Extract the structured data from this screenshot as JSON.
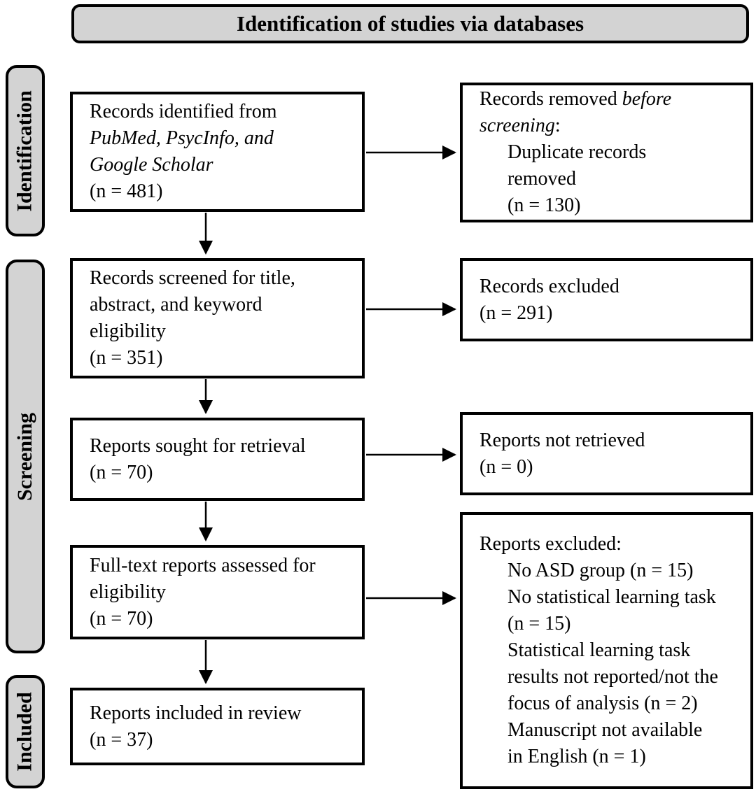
{
  "header": {
    "title": "Identification of studies via databases"
  },
  "sidebar": {
    "identification": "Identification",
    "screening": "Screening",
    "included": "Included"
  },
  "colors": {
    "label_fill": "#d3d3d3",
    "border": "#000000",
    "box_fill": "#ffffff",
    "text": "#000000"
  },
  "boxes": {
    "records_identified": {
      "lines": [
        "Records identified from",
        "PubMed, PsycInfo, and",
        "Google Scholar",
        "(n = 481)"
      ]
    },
    "records_removed": {
      "l1_normal": "Records removed ",
      "l1_italic": "before",
      "l2_italic": "screening",
      "l2_normal": ":",
      "items": [
        "Duplicate records",
        "removed",
        "(n = 130)"
      ]
    },
    "records_screened": {
      "lines": [
        "Records screened for title,",
        "abstract, and keyword",
        "eligibility",
        "(n = 351)"
      ]
    },
    "records_excluded": {
      "lines": [
        "Records excluded",
        "(n = 291)"
      ]
    },
    "reports_sought": {
      "lines": [
        "Reports sought for retrieval",
        "(n = 70)"
      ]
    },
    "reports_not_retrieved": {
      "lines": [
        "Reports not retrieved",
        "(n = 0)"
      ]
    },
    "fulltext_assessed": {
      "lines": [
        "Full-text reports assessed for",
        "eligibility",
        "(n = 70)"
      ]
    },
    "reports_excluded": {
      "title": "Reports excluded:",
      "items": [
        "No ASD group (n = 15)",
        "No statistical learning task",
        "(n = 15)",
        "Statistical learning task",
        "results not reported/not the",
        "focus of analysis (n = 2)",
        "Manuscript not available",
        "in English (n = 1)"
      ]
    },
    "reports_included": {
      "lines": [
        "Reports included in review",
        "(n = 37)"
      ]
    }
  }
}
